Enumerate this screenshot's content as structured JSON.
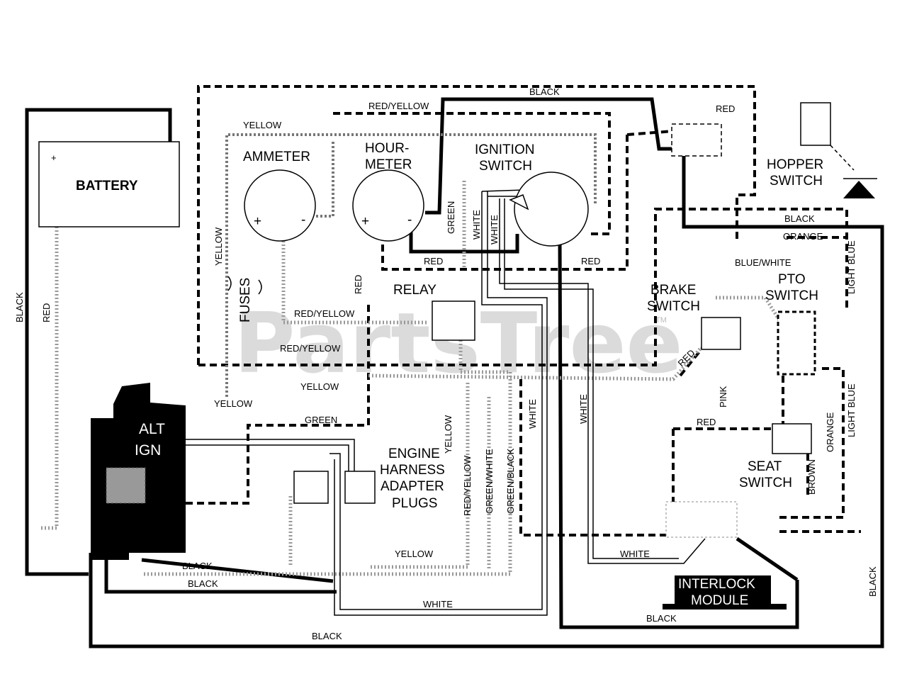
{
  "watermark": "PartsTree",
  "watermark_tm": "TM",
  "components": {
    "battery": "BATTERY",
    "ammeter": "AMMETER",
    "hourmeter_1": "HOUR-",
    "hourmeter_2": "METER",
    "ignition_1": "IGNITION",
    "ignition_2": "SWITCH",
    "hopper_1": "HOPPER",
    "hopper_2": "SWITCH",
    "relay": "RELAY",
    "fuses": "FUSES",
    "brake_1": "BRAKE",
    "brake_2": "SWITCH",
    "pto_1": "PTO",
    "pto_2": "SWITCH",
    "seat_1": "SEAT",
    "seat_2": "SWITCH",
    "alt": "ALT",
    "ign": "IGN",
    "engine_1": "ENGINE",
    "engine_2": "HARNESS",
    "engine_3": "ADAPTER",
    "engine_4": "PLUGS",
    "interlock_1": "INTERLOCK",
    "interlock_2": "MODULE"
  },
  "wire_labels": {
    "black_top": "BLACK",
    "red_yellow_top": "RED/YELLOW",
    "yellow_top": "YELLOW",
    "red_hopper": "RED",
    "black_right": "BLACK",
    "orange_top": "ORANGE",
    "blue_white": "BLUE/WHITE",
    "light_blue_top": "LIGHT BLUE",
    "yellow_vert": "YELLOW",
    "red_yellow_mid": "RED/YELLOW",
    "red_yellow_low": "RED/YELLOW",
    "yellow_mid": "YELLOW",
    "yellow_low": "YELLOW",
    "red_ign_left": "RED",
    "red_ign_right": "RED",
    "green_ign": "GREEN",
    "white_ign_1": "WHITE",
    "white_ign_2": "WHITE",
    "red_hour": "RED",
    "black_left": "BLACK",
    "red_left": "RED",
    "red_brake": "RED",
    "pink": "PINK",
    "white_long": "WHITE",
    "white_mid": "WHITE",
    "orange_right": "ORANGE",
    "light_blue_low": "LIGHT BLUE",
    "red_seat": "RED",
    "brown": "BROWN",
    "green_engine": "GREEN",
    "yellow_engine_v": "YELLOW",
    "red_yellow_engine": "RED/YELLOW",
    "green_white": "GREEN/WHITE",
    "green_black": "GREEN/BLACK",
    "yellow_engine_h": "YELLOW",
    "white_bottom": "WHITE",
    "white_interlock": "WHITE",
    "black_alt_1": "BLACK",
    "black_alt_2": "BLACK",
    "black_bottom": "BLACK",
    "black_interlock": "BLACK",
    "black_far_right": "BLACK"
  },
  "terminals": {
    "plus": "+",
    "minus": "-"
  }
}
